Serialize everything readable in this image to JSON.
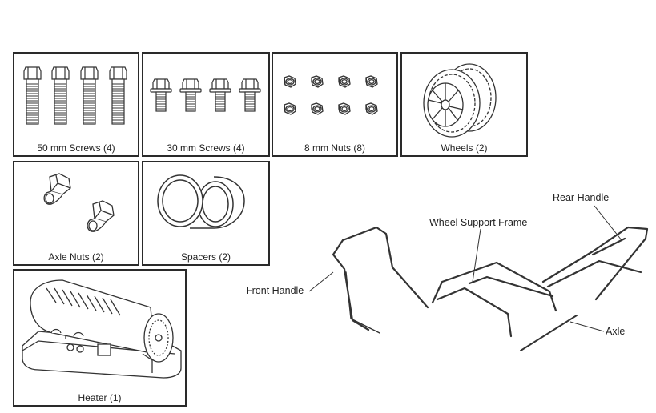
{
  "parts": {
    "screws_50mm": "50 mm Screws (4)",
    "screws_30mm": "30 mm Screws (4)",
    "nuts_8mm": "8 mm Nuts (8)",
    "wheels": "Wheels (2)",
    "axle_nuts": "Axle Nuts (2)",
    "spacers": "Spacers (2)",
    "heater": "Heater (1)"
  },
  "assembly": {
    "rear_handle": "Rear Handle",
    "wheel_support_frame": "Wheel Support Frame",
    "front_handle": "Front Handle",
    "axle": "Axle"
  }
}
